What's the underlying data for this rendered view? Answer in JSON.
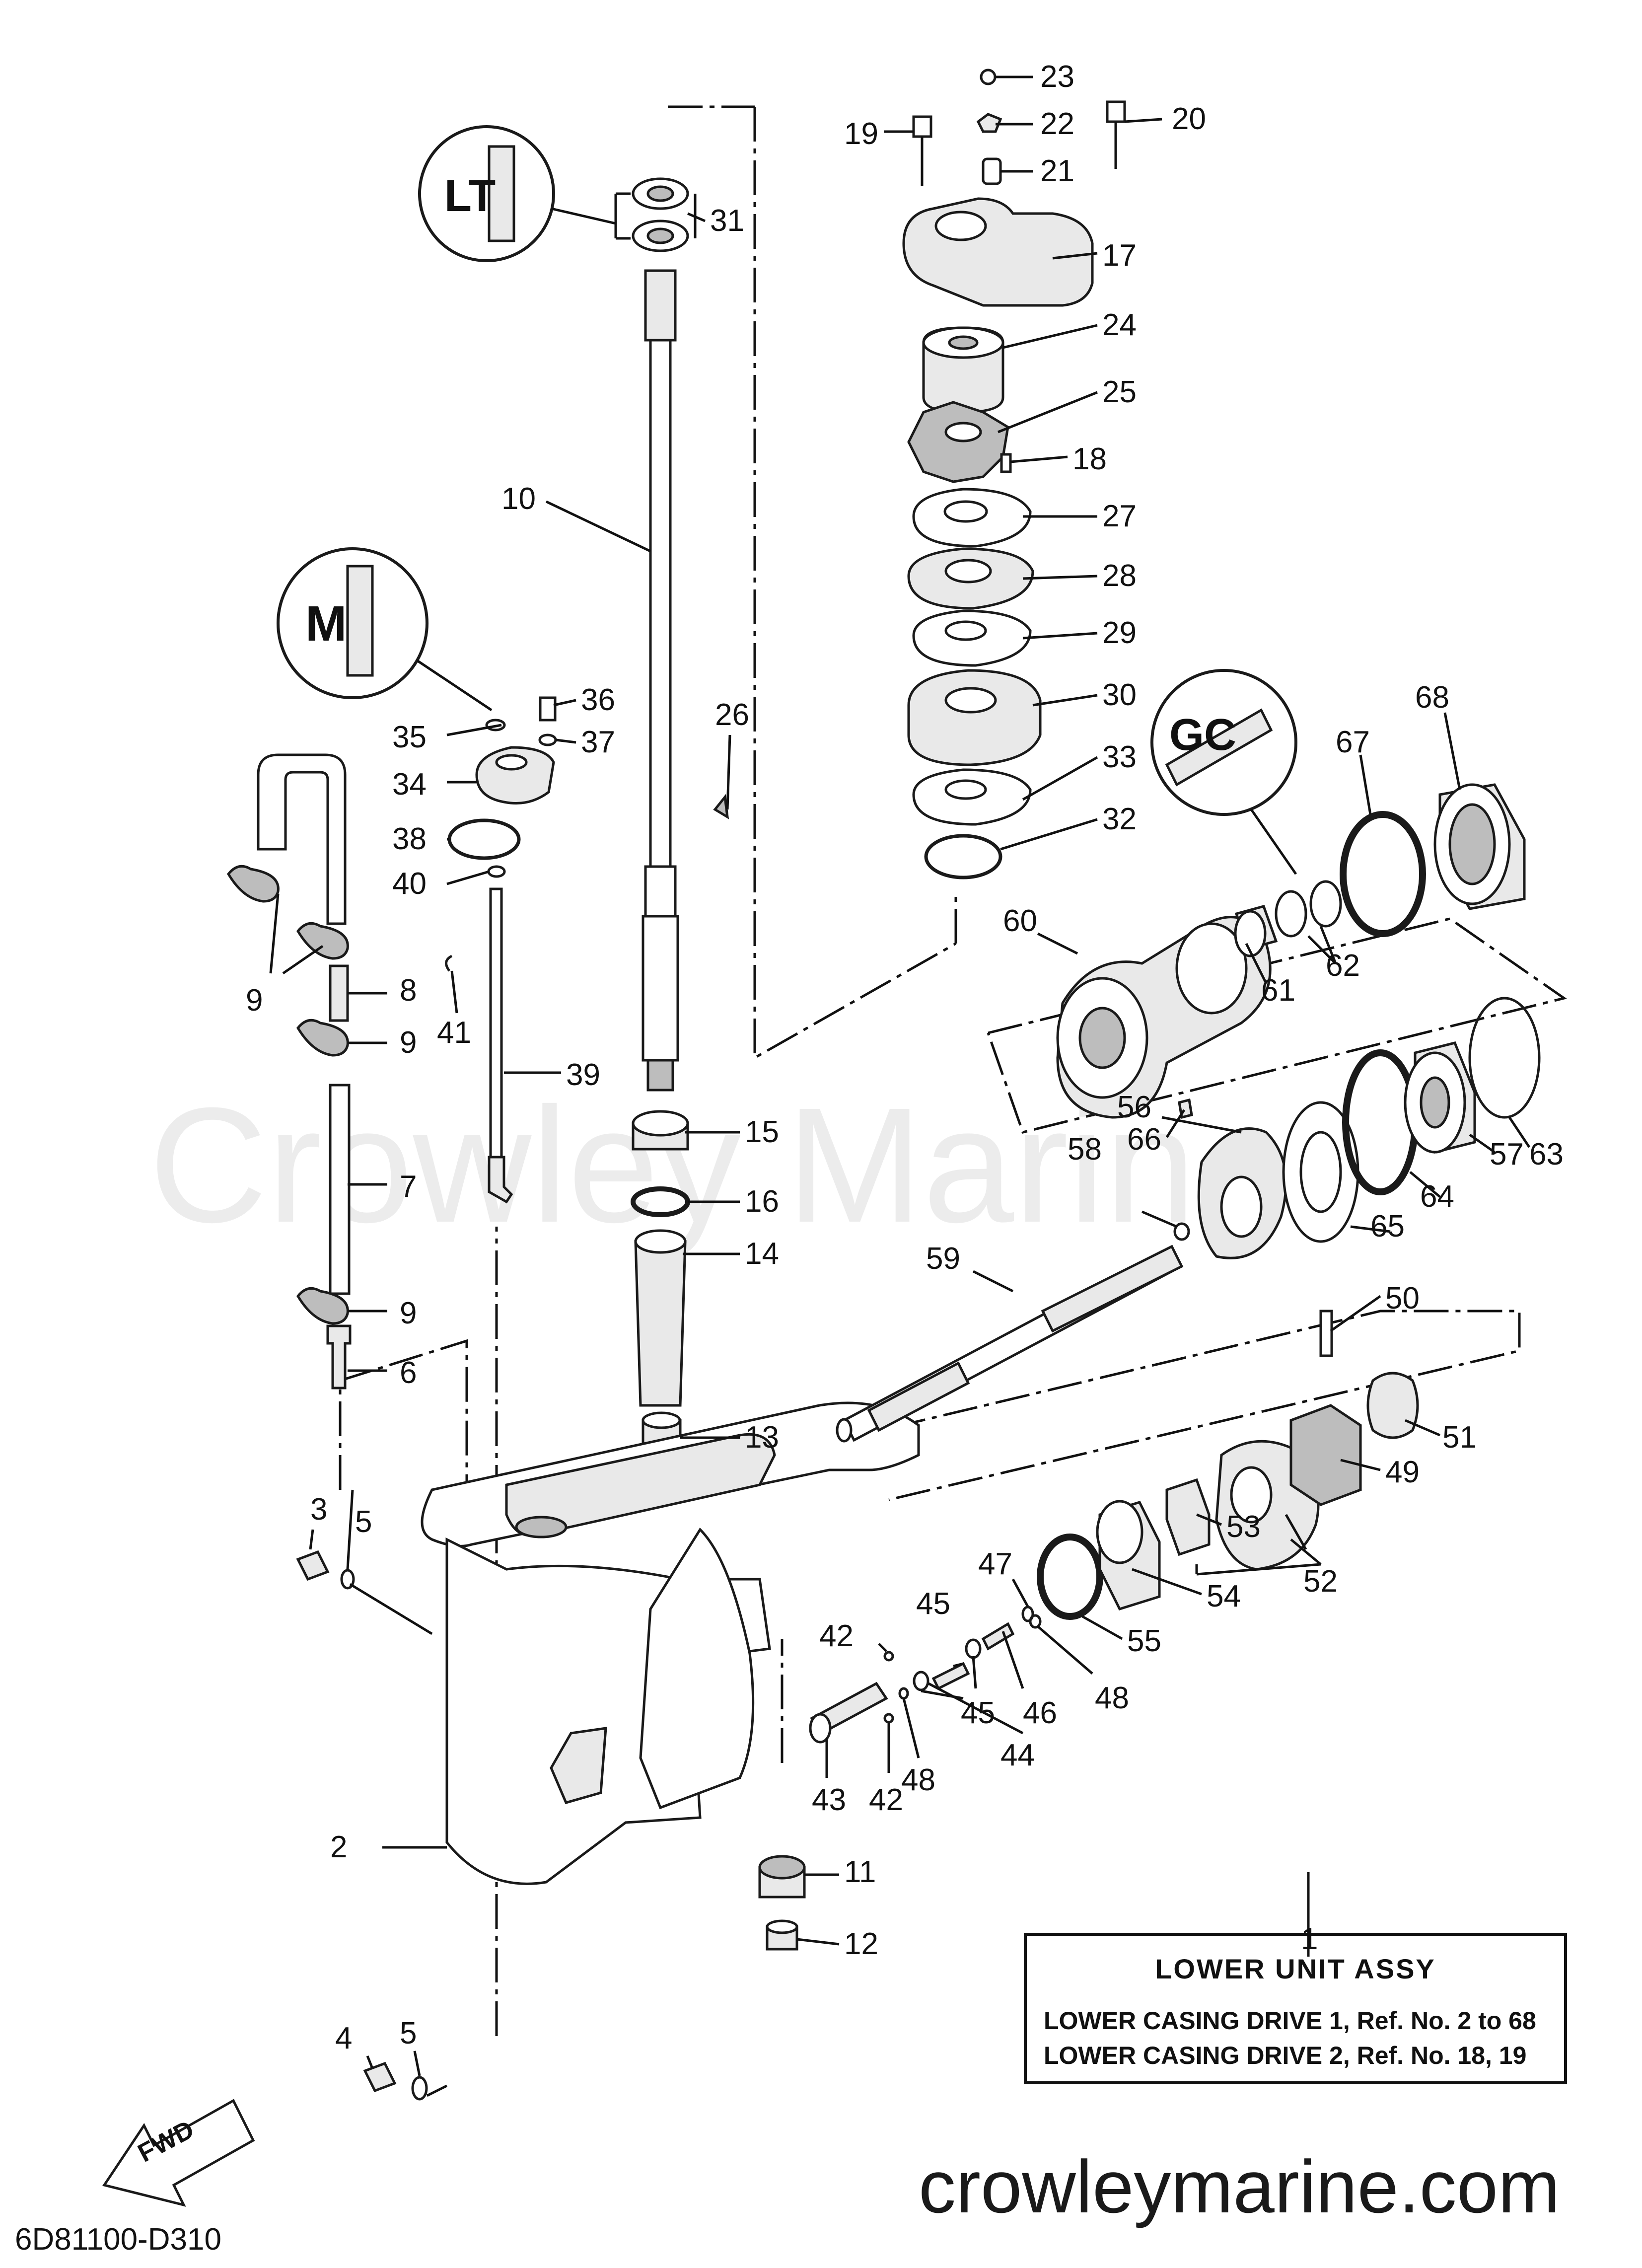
{
  "watermark": "Crowley Marine",
  "site_url": "crowleymarine.com",
  "diagram_code": "6D81100-D310",
  "fwd_label": "FWD",
  "lubricant_marks": [
    "LT",
    "M",
    "GC"
  ],
  "assembly_box": {
    "title": "LOWER UNIT ASSY",
    "line1": "LOWER CASING DRIVE 1,  Ref. No. 2 to 68",
    "line2": "LOWER CASING DRIVE 2,  Ref. No. 18, 19"
  },
  "callouts": [
    "1",
    "2",
    "3",
    "4",
    "5",
    "5",
    "6",
    "7",
    "8",
    "9",
    "9",
    "9",
    "9",
    "10",
    "11",
    "12",
    "13",
    "14",
    "15",
    "16",
    "17",
    "18",
    "19",
    "20",
    "21",
    "22",
    "23",
    "24",
    "25",
    "26",
    "27",
    "28",
    "29",
    "30",
    "31",
    "32",
    "33",
    "34",
    "35",
    "36",
    "37",
    "38",
    "39",
    "40",
    "41",
    "42",
    "42",
    "43",
    "44",
    "45",
    "45",
    "46",
    "47",
    "48",
    "48",
    "49",
    "50",
    "51",
    "52",
    "53",
    "54",
    "55",
    "56",
    "57",
    "58",
    "59",
    "60",
    "61",
    "62",
    "63",
    "64",
    "65",
    "66",
    "67",
    "68"
  ]
}
